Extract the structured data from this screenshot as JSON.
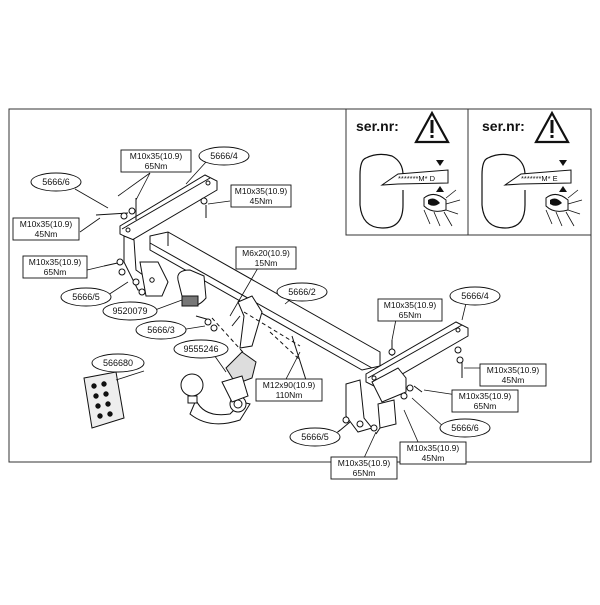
{
  "warning_panels": [
    {
      "title": "ser.nr:",
      "code": "*******M* D"
    },
    {
      "title": "ser.nr:",
      "code": "*******M* E"
    }
  ],
  "torque_labels": [
    {
      "spec": "M10x35(10.9)",
      "torque": "65Nm"
    },
    {
      "spec": "M10x35(10.9)",
      "torque": "45Nm"
    },
    {
      "spec": "M10x35(10.9)",
      "torque": "45Nm"
    },
    {
      "spec": "M10x35(10.9)",
      "torque": "65Nm"
    },
    {
      "spec": "M6x20(10.9)",
      "torque": "15Nm"
    },
    {
      "spec": "M10x35(10.9)",
      "torque": "65Nm"
    },
    {
      "spec": "M10x35(10.9)",
      "torque": "45Nm"
    },
    {
      "spec": "M12x90(10.9)",
      "torque": "110Nm"
    },
    {
      "spec": "M10x35(10.9)",
      "torque": "65Nm"
    },
    {
      "spec": "M10x35(10.9)",
      "torque": "45Nm"
    },
    {
      "spec": "M10x35(10.9)",
      "torque": "65Nm"
    }
  ],
  "part_labels": [
    "5666/4",
    "5666/6",
    "5666/5",
    "9520079",
    "5666/3",
    "9555246",
    "566680",
    "5666/2",
    "5666/4",
    "5666/6",
    "5666/5"
  ]
}
